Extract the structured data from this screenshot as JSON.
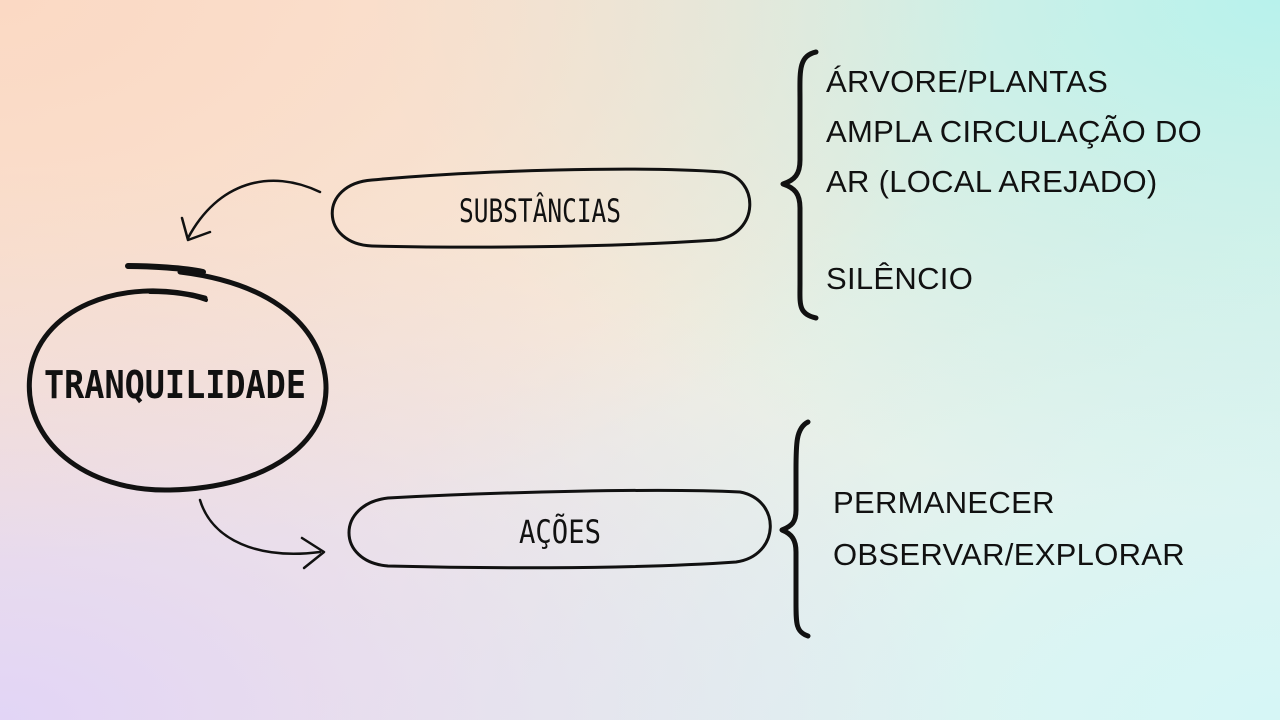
{
  "diagram": {
    "center": {
      "label": "TRANQUILIDADE"
    },
    "branches": [
      {
        "label": "SUBSTÂNCIAS",
        "items": [
          "ÁRVORE/PLANTAS",
          "AMPLA CIRCULAÇÃO DO",
          "AR (LOCAL AREJADO)",
          "SILÊNCIO"
        ]
      },
      {
        "label": "AÇÕES",
        "items": [
          "PERMANECER",
          "OBSERVAR/EXPLORAR"
        ]
      }
    ]
  },
  "colors": {
    "ink": "#111111",
    "bg_top_left": "#fbd9c4",
    "bg_top_right": "#b8f2ec",
    "bg_bottom_left": "#e2d5f6",
    "bg_bottom_right": "#d6f6f6"
  }
}
